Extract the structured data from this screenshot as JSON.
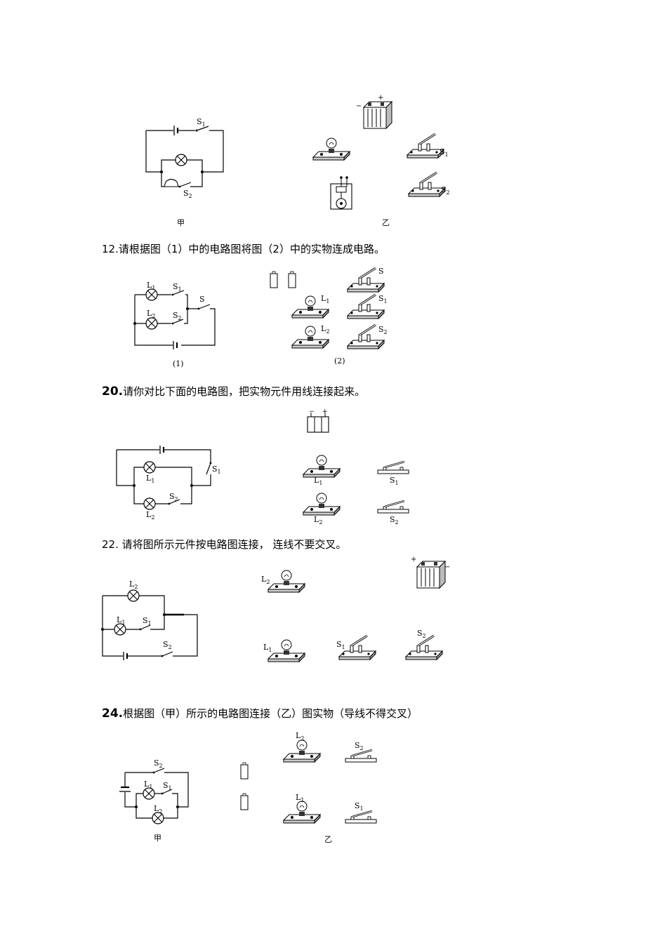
{
  "questions": [
    {
      "num": "12.",
      "text": "请根据图（1）中的电路图将图（2）中的实物连成电路。"
    },
    {
      "num": "20.",
      "text": "请你对比下面的电路图，把实物元件用线连接起来。"
    },
    {
      "num": "22.",
      "text": "请将图所示元件按电路图连接，  连线不要交叉。"
    },
    {
      "num": "24.",
      "text": "根据图（甲）所示的电路图连接（乙）图实物（导线不得交叉）"
    }
  ],
  "figures": {
    "top": {
      "left_caption": "甲",
      "right_caption": "乙",
      "s1": "S",
      "s1_sub": "1",
      "s2": "S",
      "s2_sub": "2",
      "plus": "+",
      "minus": "−"
    },
    "q12": {
      "left_caption": "(1)",
      "right_caption": "(2)",
      "l1": "L",
      "l1_sub": "1",
      "l2": "L",
      "l2_sub": "2",
      "s": "S",
      "s1": "S",
      "s1_sub": "1",
      "s2": "S",
      "s2_sub": "2"
    },
    "q20": {
      "l1": "L",
      "l1_sub": "1",
      "l2": "L",
      "l2_sub": "2",
      "s1": "S",
      "s1_sub": "1",
      "s2": "S",
      "s2_sub": "2",
      "plus": "+",
      "minus": "−"
    },
    "q22": {
      "l1": "L",
      "l1_sub": "1",
      "l2": "L",
      "l2_sub": "2",
      "s1": "S",
      "s1_sub": "1",
      "s2": "S",
      "s2_sub": "2",
      "plus": "+",
      "minus": "−"
    },
    "q24": {
      "left_caption": "甲",
      "right_caption": "乙",
      "l1": "L",
      "l1_sub": "1",
      "l2": "L",
      "l2_sub": "2",
      "s1": "S",
      "s1_sub": "1",
      "s2": "S",
      "s2_sub": "2"
    }
  }
}
